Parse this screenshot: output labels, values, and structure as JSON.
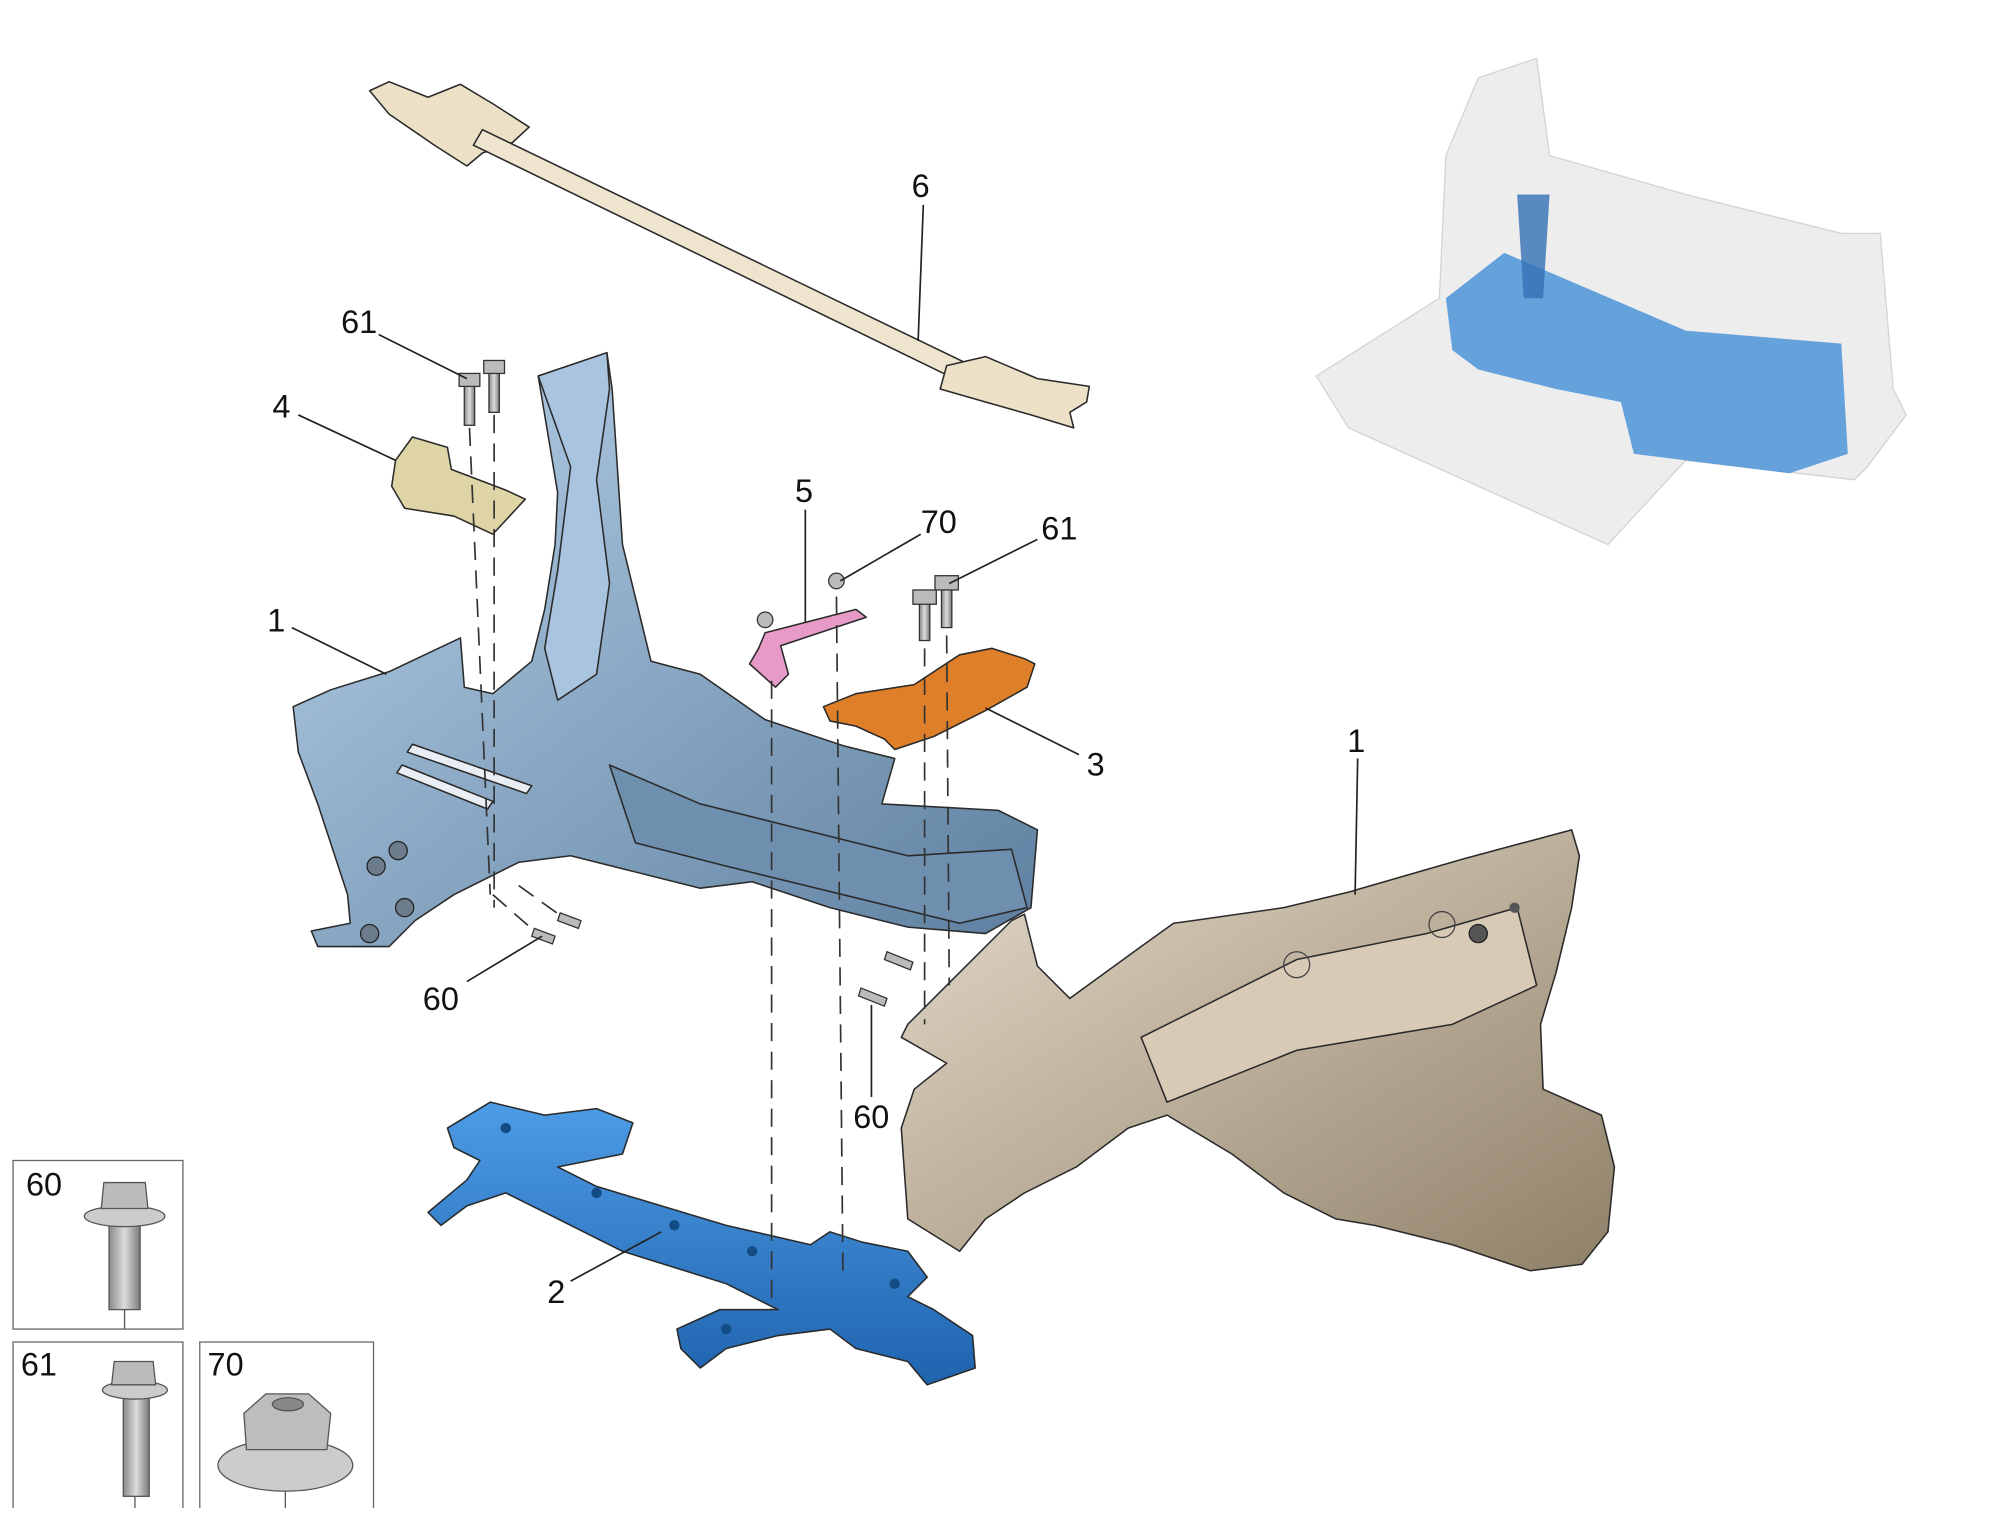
{
  "diagram": {
    "callouts": {
      "strut_bar": "6",
      "bolt_upper_left": "61",
      "bracket_left": "4",
      "bracket_pink": "5",
      "nut_70": "70",
      "bolt_upper_right": "61",
      "longitudinal_left": "1",
      "bracket_orange": "3",
      "longitudinal_right": "1",
      "bolt_lower_left": "60",
      "bolt_lower_right": "60",
      "crossmember": "2"
    },
    "legend_boxes": [
      {
        "label": "60",
        "part": "bolt"
      },
      {
        "label": "61",
        "part": "bolt"
      },
      {
        "label": "70",
        "part": "nut"
      }
    ],
    "colors": {
      "left_frame": "#8fb0d0",
      "right_frame": "#bfb098",
      "crossmember": "#2f7fd0",
      "bracket_orange": "#e07f2a",
      "bracket_pink": "#e79ac8",
      "strut_bar": "#ece0c6",
      "bracket_left": "#ded4a6"
    }
  }
}
